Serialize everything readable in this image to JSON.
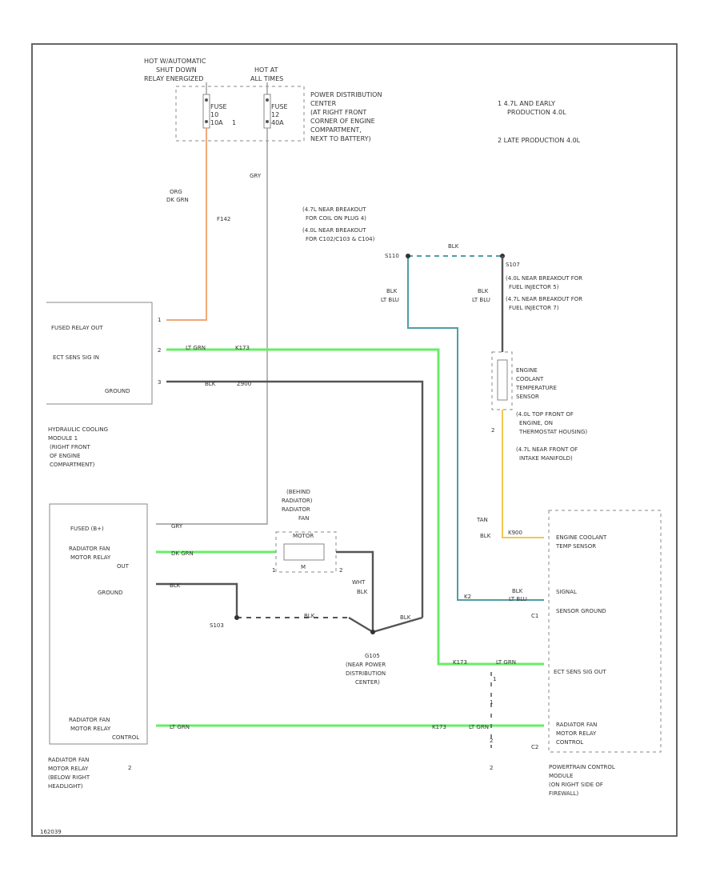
{
  "colors": {
    "orange_wire": "#f0a878",
    "green_wire": "#66ee66",
    "teal_wire": "#4f9ea6",
    "yellow_wire": "#f0c850",
    "black_wire": "#555555",
    "gray_wire": "#999999"
  },
  "legend": {
    "note1": "1   4.7L AND EARLY",
    "note1b": "PRODUCTION 4.0L",
    "note2": "2   LATE PRODUCTION 4.0L"
  },
  "top": {
    "asd_label_1": "HOT W/AUTOMATIC",
    "asd_label_2": "SHUT DOWN",
    "asd_label_3": "RELAY ENERGIZED",
    "hotat_label_1": "HOT AT",
    "hotat_label_2": "ALL TIMES",
    "fuse_a": "FUSE",
    "fuse_a_num": "10",
    "fuse_a_amp": "10A",
    "fuse_b": "FUSE",
    "fuse_b_num": "12",
    "fuse_b_amp": "40A",
    "pdc_1": "POWER DISTRIBUTION",
    "pdc_2": "CENTER",
    "pdc_3": "(AT RIGHT FRONT",
    "pdc_4": "CORNER OF ENGINE",
    "pdc_5": "COMPARTMENT,",
    "pdc_6": "NEXT TO BATTERY)"
  },
  "wire_labels": {
    "org": "ORG",
    "dk_grn": "DK GRN",
    "f142": "F142",
    "gry": "GRY",
    "blk": "BLK",
    "lt_blu": "LT BLU",
    "lt_grn": "LT GRN",
    "k173": "K173",
    "z900": "Z900",
    "k2": "K2",
    "k900": "K900",
    "c1": "C1",
    "c2": "C2",
    "tan": "TAN",
    "wht": "WHT"
  },
  "splice_notes": {
    "n1": "(4.7L NEAR BREAKOUT",
    "n2": "FOR COIL ON PLUG 4)",
    "n3": "(4.0L NEAR BREAKOUT",
    "n4": "FOR C102/C103 & C104)",
    "s110": "S110",
    "s107": "S107",
    "inj1": "(4.0L NEAR BREAKOUT FOR",
    "inj2": "FUEL INJECTOR 5)",
    "inj3": "(4.7L NEAR BREAKOUT FOR",
    "inj4": "FUEL INJECTOR 7)"
  },
  "hcm": {
    "fused_relay_out": "FUSED RELAY OUT",
    "ect_sens_sig_in": "ECT SENS SIG IN",
    "ground": "GROUND",
    "pin1": "1",
    "pin2": "2",
    "pin3": "3",
    "title_1": "HYDRAULIC COOLING",
    "title_2": "MODULE   1",
    "title_3": "(RIGHT FRONT",
    "title_4": "OF ENGINE",
    "title_5": "COMPARTMENT)"
  },
  "ect_sensor": {
    "l1": "ENGINE",
    "l2": "COOLANT",
    "l3": "TEMPERATURE",
    "l4": "SENSOR",
    "l5": "(4.0L TOP FRONT OF",
    "l6": "ENGINE, ON",
    "l7": "THERMOSTAT HOUSING)",
    "l8": "(4.7L NEAR FRONT OF",
    "l9": "INTAKE MANIFOLD)",
    "pin_label": "2"
  },
  "relay": {
    "fused_b": "FUSED (B+)",
    "motor_relay_out_1": "RADIATOR FAN",
    "motor_relay_out_2": "MOTOR RELAY",
    "motor_relay_out_3": "OUT",
    "ground": "GROUND",
    "control_1": "RADIATOR FAN",
    "control_2": "MOTOR RELAY",
    "control_3": "CONTROL",
    "title_1": "RADIATOR FAN",
    "title_2": "MOTOR RELAY",
    "title_3": "(BELOW RIGHT",
    "title_4": "HEADLIGHT)",
    "title_num": "2"
  },
  "fan_motor": {
    "l1": "(BEHIND",
    "l2": "RADIATOR)",
    "l3": "RADIATOR",
    "l4": "FAN",
    "l5": "MOTOR",
    "l6": "M",
    "pin1": "1",
    "pin2": "2"
  },
  "ground_splice": {
    "s103": "S103",
    "g105": "G105",
    "g1": "(NEAR POWER",
    "g2": "DISTRIBUTION",
    "g3": "CENTER)"
  },
  "pcm": {
    "ect_temp_1": "ENGINE COOLANT",
    "ect_temp_2": "TEMP SENSOR",
    "signal": "SIGNAL",
    "sensor_ground": "SENSOR GROUND",
    "ect_sens_sig_out": "ECT SENS SIG OUT",
    "fan_ctrl_1": "RADIATOR FAN",
    "fan_ctrl_2": "MOTOR RELAY",
    "fan_ctrl_3": "CONTROL",
    "title_1": "POWERTRAIN CONTROL",
    "title_2": "MODULE",
    "title_3": "(ON RIGHT SIDE OF",
    "title_4": "FIREWALL)"
  },
  "footer_id": "162039",
  "pin_one": "1",
  "pin_two": "2"
}
